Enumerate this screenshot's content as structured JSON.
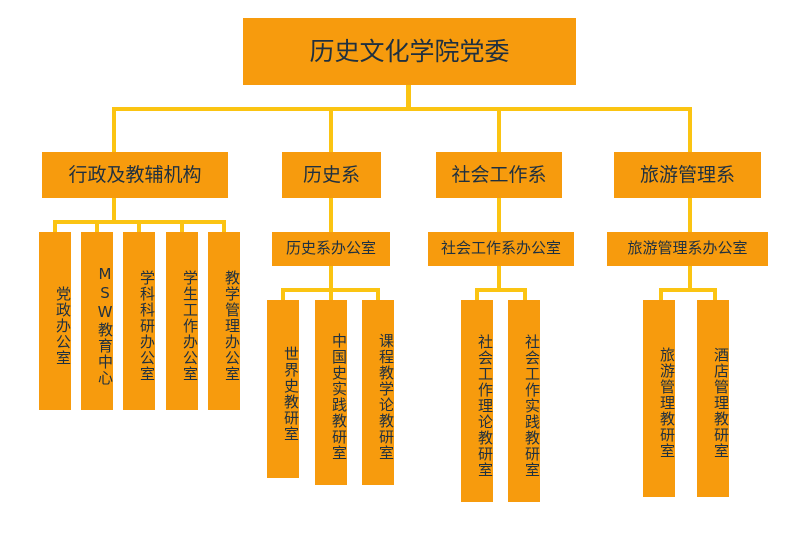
{
  "chart_data": {
    "type": "diagram",
    "diagram_type": "organizational-chart",
    "title": "历史文化学院党委",
    "orientation": "top-down",
    "colors": {
      "node_fill": "#F79B0D",
      "connector": "#FBC412",
      "text": "#1F3040",
      "background": "#FFFFFF"
    },
    "levels": 4
  },
  "root": {
    "label": "历史文化学院党委"
  },
  "branches": [
    {
      "id": "administration",
      "label": "行政及教辅机构",
      "office": null,
      "children": [
        {
          "label": "党政办公室"
        },
        {
          "label": "MSW教育中心"
        },
        {
          "label": "学科科研办公室"
        },
        {
          "label": "学生工作办公室"
        },
        {
          "label": "教学管理办公室"
        }
      ]
    },
    {
      "id": "history",
      "label": "历史系",
      "office": {
        "label": "历史系办公室"
      },
      "children": [
        {
          "label": "世界史教研室"
        },
        {
          "label": "中国史实践教研室"
        },
        {
          "label": "课程教学论教研室"
        }
      ]
    },
    {
      "id": "social-work",
      "label": "社会工作系",
      "office": {
        "label": "社会工作系办公室"
      },
      "children": [
        {
          "label": "社会工作理论教研室"
        },
        {
          "label": "社会工作实践教研室"
        }
      ]
    },
    {
      "id": "tourism",
      "label": "旅游管理系",
      "office": {
        "label": "旅游管理系办公室"
      },
      "children": [
        {
          "label": "旅游管理教研室"
        },
        {
          "label": "酒店管理教研室"
        }
      ]
    }
  ]
}
